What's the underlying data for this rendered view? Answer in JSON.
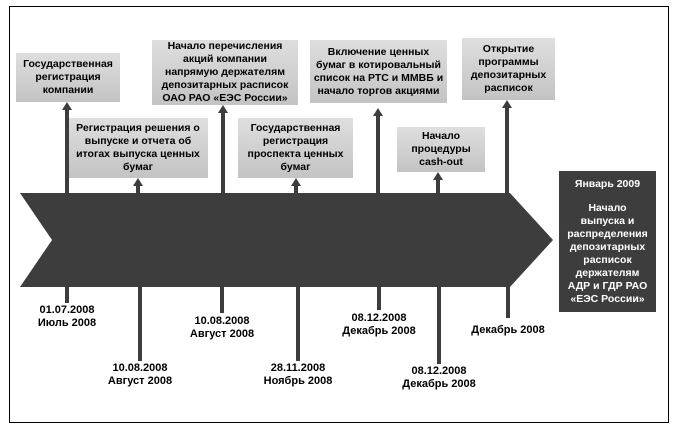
{
  "colors": {
    "dark": "#3d3d3d",
    "box_bg": "#d2d2d2",
    "background": "#ffffff",
    "frame_border": "#000000",
    "text_dark": "#000000",
    "text_light": "#ffffff"
  },
  "timeline": {
    "items": [
      {
        "label": "Государственная регистрация компании",
        "date": "01.07.2008\nИюль 2008"
      },
      {
        "label": "Регистрация решения о выпуске и отчета об итогах выпуска ценных бумаг",
        "date": "10.08.2008\nАвгуст 2008"
      },
      {
        "label": "Начало перечисления акций компании напрямую держателям депозитарных расписок ОАО РАО «ЕЭС России»",
        "date": "10.08.2008\nАвгуст 2008"
      },
      {
        "label": "Государственная регистрация проспекта ценных бумаг",
        "date": "28.11.2008\nНоябрь 2008"
      },
      {
        "label": "Включение ценных бумаг в котировальный список на РТС и ММВБ и начало торгов акциями",
        "date": "08.12.2008\nДекабрь 2008"
      },
      {
        "label": "Начало процедуры cash-out",
        "date": "08.12.2008\nДекабрь 2008"
      },
      {
        "label": "Открытие программы депозитарных расписок",
        "date": "Декабрь 2008"
      }
    ],
    "final": {
      "title": "Январь 2009",
      "body": "Начало\nвыпуска и\nраспределения\nдепозитарных\nрасписок\nдержателям\nАДР и ГДР РАО\n«ЕЭС России»"
    }
  }
}
